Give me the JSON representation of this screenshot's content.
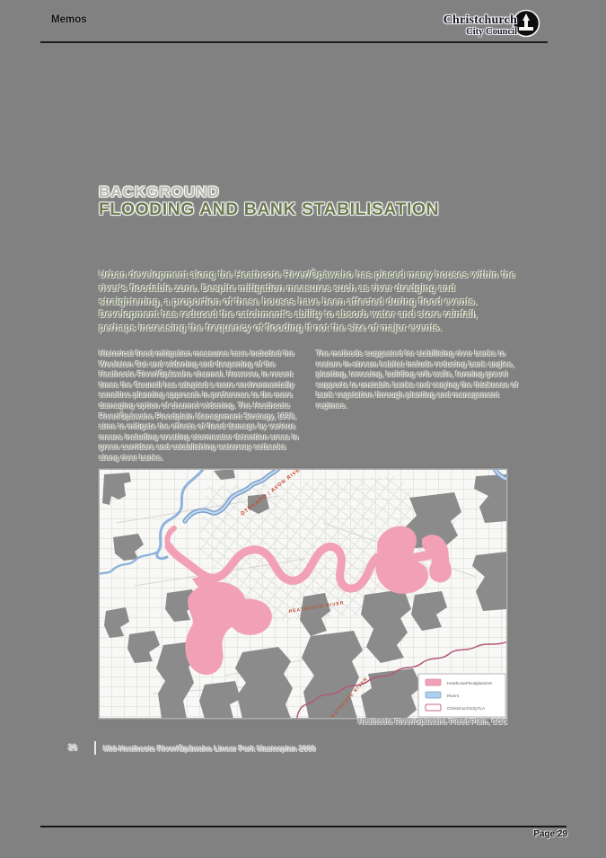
{
  "viewer": {
    "header_title": "Memos",
    "page_label": "Page 29",
    "logo": {
      "line1": "Christchurch",
      "line2": "City Council"
    }
  },
  "doc": {
    "heading_kicker": "BACKGROUND",
    "heading_title": "FLOODING AND BANK STABILISATION",
    "intro": "Urban development along the Heathcote River/Ōpāwaho has placed many houses within the river's floodable zone. Despite mitigation measures such as river dredging and straightening, a proportion of these houses have been affected during flood events. Development has reduced the catchment's ability to absorb water and store rainfall, perhaps increasing the frequency of flooding if not the size of major events.",
    "col_left": "Historical flood mitigation measures have included the Woolston Cut and widening and deepening of the Heathcote River/Ōpāwaho channel. However, in recent times the Council has adopted a more environmentally sensitive planning approach in preference to the more damaging option of channel widening. The Heathcote River/Ōpāwaho Floodplain Management Strategy, 1998, aims to mitigate the effects of flood damage by various means including creating stormwater detention areas in green corridors and establishing waterway setbacks along river banks.",
    "col_right": "The methods suggested for stabilising river banks to restore in-stream habitat include reducing bank angles, planting, terracing, building crib walls, forming gravel supports to unstable banks and varying the thickness of bank vegetation through planting and management regimes.",
    "map": {
      "label_avon": "ŌTĀKARO / AVON RIVER",
      "label_heathcote": "HEATHCOTE RIVER",
      "legend": {
        "items": [
          {
            "label": "HeathcoteFloodplainGIS",
            "color": "#f2a0b6"
          },
          {
            "label": "Rivers",
            "color": "#aed0ec"
          },
          {
            "label": "ChristchurchCityTLA",
            "color": "#ffffff"
          }
        ]
      },
      "caption": "Heathcote River/Ōpāwaho Flood Plain, CCC"
    },
    "footer": {
      "page_number": "26",
      "title": "Mid-Heathcote River/Ōpāwaho Linear Park Masterplan 2009"
    }
  },
  "colors": {
    "page_bg": "#818181",
    "flood_pink": "#f2a0b6",
    "river_blue": "#8fb3dc",
    "tla_line": "#b25878",
    "map_label_red": "#c9472e",
    "heading_olive": "#6d7a50"
  }
}
